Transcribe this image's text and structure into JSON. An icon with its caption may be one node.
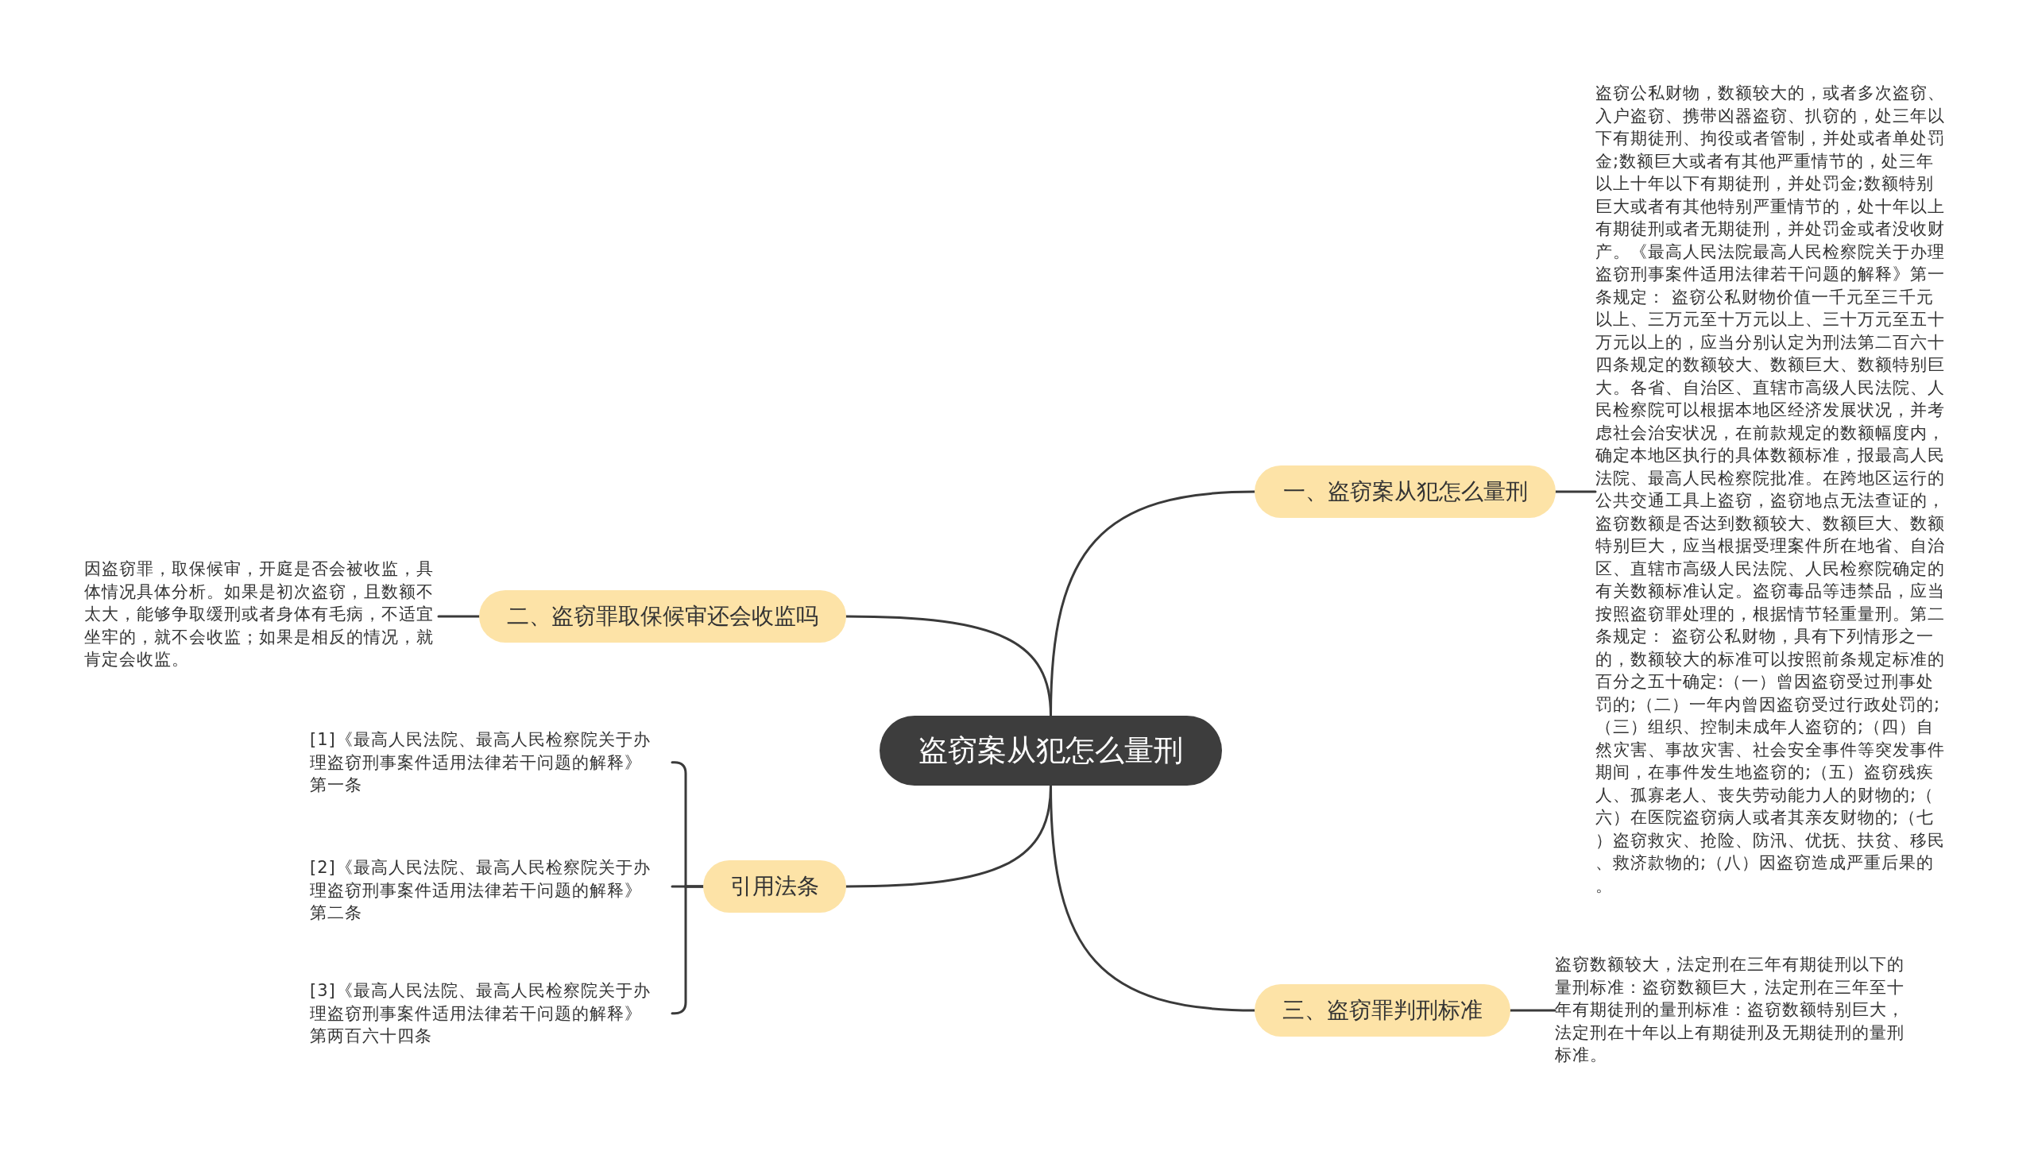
{
  "diagram": {
    "nodes": [
      {
        "text": [
          "盗窃案从犯怎么量刑"
        ]
      },
      {
        "text": [
          "一、盗窃案从犯怎么量刑"
        ]
      },
      {
        "text": [
          "盗窃公私财物，数额较大的，或者多次盗窃、入户盗窃、携带凶器盗窃、扒窃的，处三年以下有期徒刑、拘役或者管制，并处或者单处罚金;数额巨大或者有其他严重情节的，处三年以上十年以下有期徒刑，并处罚金;数额特别巨大或者有其他特别严重情节的，处十年以上有期徒刑或者无期徒刑，并处罚金或者没收财产。《最高人民法院最高人民检察院关于办理盗窃刑事案件适用法律若干问题的解释》第一条规定： 盗窃公私财物价值一千元至三千元以上、三万元至十万元以上、三十万元至五十万元以上的，应当分别认定为刑法第二百六十四条规定的数额较大、数额巨大、数额特别巨大。各省、自治区、直辖市高级人民法院、人民检察院可以根据本地区经济发展状况，并考虑社会治安状况，在前款规定的数额幅度内，确定本地区执行的具体数额标准，报最高人民法院、最高人民检察院批准。在跨地区运行的公共交通工具上盗窃，盗窃地点无法查证的，盗窃数额是否达到数额较大、数额巨大、数额特别巨大，应当根据受理案件所在地省、自治区、直辖市高级人民法院、人民检察院确定的有关数额标准认定。盗窃毒品等违禁品，应当按照盗窃罪处理的，根据情节轻重量刑。第二条规定： 盗窃公私财物，具有下列情形之一的，数额较大的标准可以按照前条规定标准的百分之五十确定:（一）曾因盗窃受过刑事处罚的;（二）一年内曾因盗窃受过行政处罚的;（三）组织、控制未成年人盗窃的;（四）自然灾害、事故灾害、社会安全事件等突发事件期间，在事件发生地盗窃的;（五）盗窃残疾人、孤寡老人、丧失劳动能力人的财物的;（六）在医院盗窃病人或者其亲友财物的;（七）盗窃救灾、抢险、防汛、优抚、扶贫、移民、救济款物的;（八）因盗窃造成严重后果的。"
        ]
      },
      {
        "text": [
          "二、盗窃罪取保候审还会收监吗"
        ]
      },
      {
        "text": [
          "因盗窃罪，取保候审，开庭是否会被收监，具体情况具体分析。如果是初次盗窃，且数额不太大，能够争取缓刑或者身体有毛病，不适宜坐牢的，就不会收监；如果是相反的情况，就肯定会收监。"
        ]
      },
      {
        "text": [
          "引用法条"
        ]
      },
      {
        "text": [
          "[1]《最高人民法院、最高人民检察院关于办理盗窃刑事案件适用法律若干问题的解释》第一条"
        ]
      },
      {
        "text": [
          "[2]《最高人民法院、最高人民检察院关于办理盗窃刑事案件适用法律若干问题的解释》第二条"
        ]
      },
      {
        "text": [
          "[3]《最高人民法院、最高人民检察院关于办理盗窃刑事案件适用法律若干问题的解释》第两百六十四条"
        ]
      },
      {
        "text": [
          "三、盗窃罪判刑标准"
        ]
      },
      {
        "text": [
          "盗窃数额较大，法定刑在三年有期徒刑以下的量刑标准：盗窃数额巨大，法定刑在三年至十年有期徒刑的量刑标准：盗窃数额特别巨大，法定刑在十年以上有期徒刑及无期徒刑的量刑标准。"
        ]
      }
    ],
    "edges": [
      {
        "from": 0,
        "to": 1,
        "arrow": "none"
      },
      {
        "from": 1,
        "to": 2,
        "arrow": "none"
      },
      {
        "from": 0,
        "to": 3,
        "arrow": "none"
      },
      {
        "from": 3,
        "to": 4,
        "arrow": "none"
      },
      {
        "from": 0,
        "to": 5,
        "arrow": "none"
      },
      {
        "from": 5,
        "to": 6,
        "arrow": "none"
      },
      {
        "from": 5,
        "to": 7,
        "arrow": "none"
      },
      {
        "from": 5,
        "to": 8,
        "arrow": "none"
      },
      {
        "from": 0,
        "to": 9,
        "arrow": "none"
      },
      {
        "from": 9,
        "to": 10,
        "arrow": "none"
      }
    ]
  }
}
